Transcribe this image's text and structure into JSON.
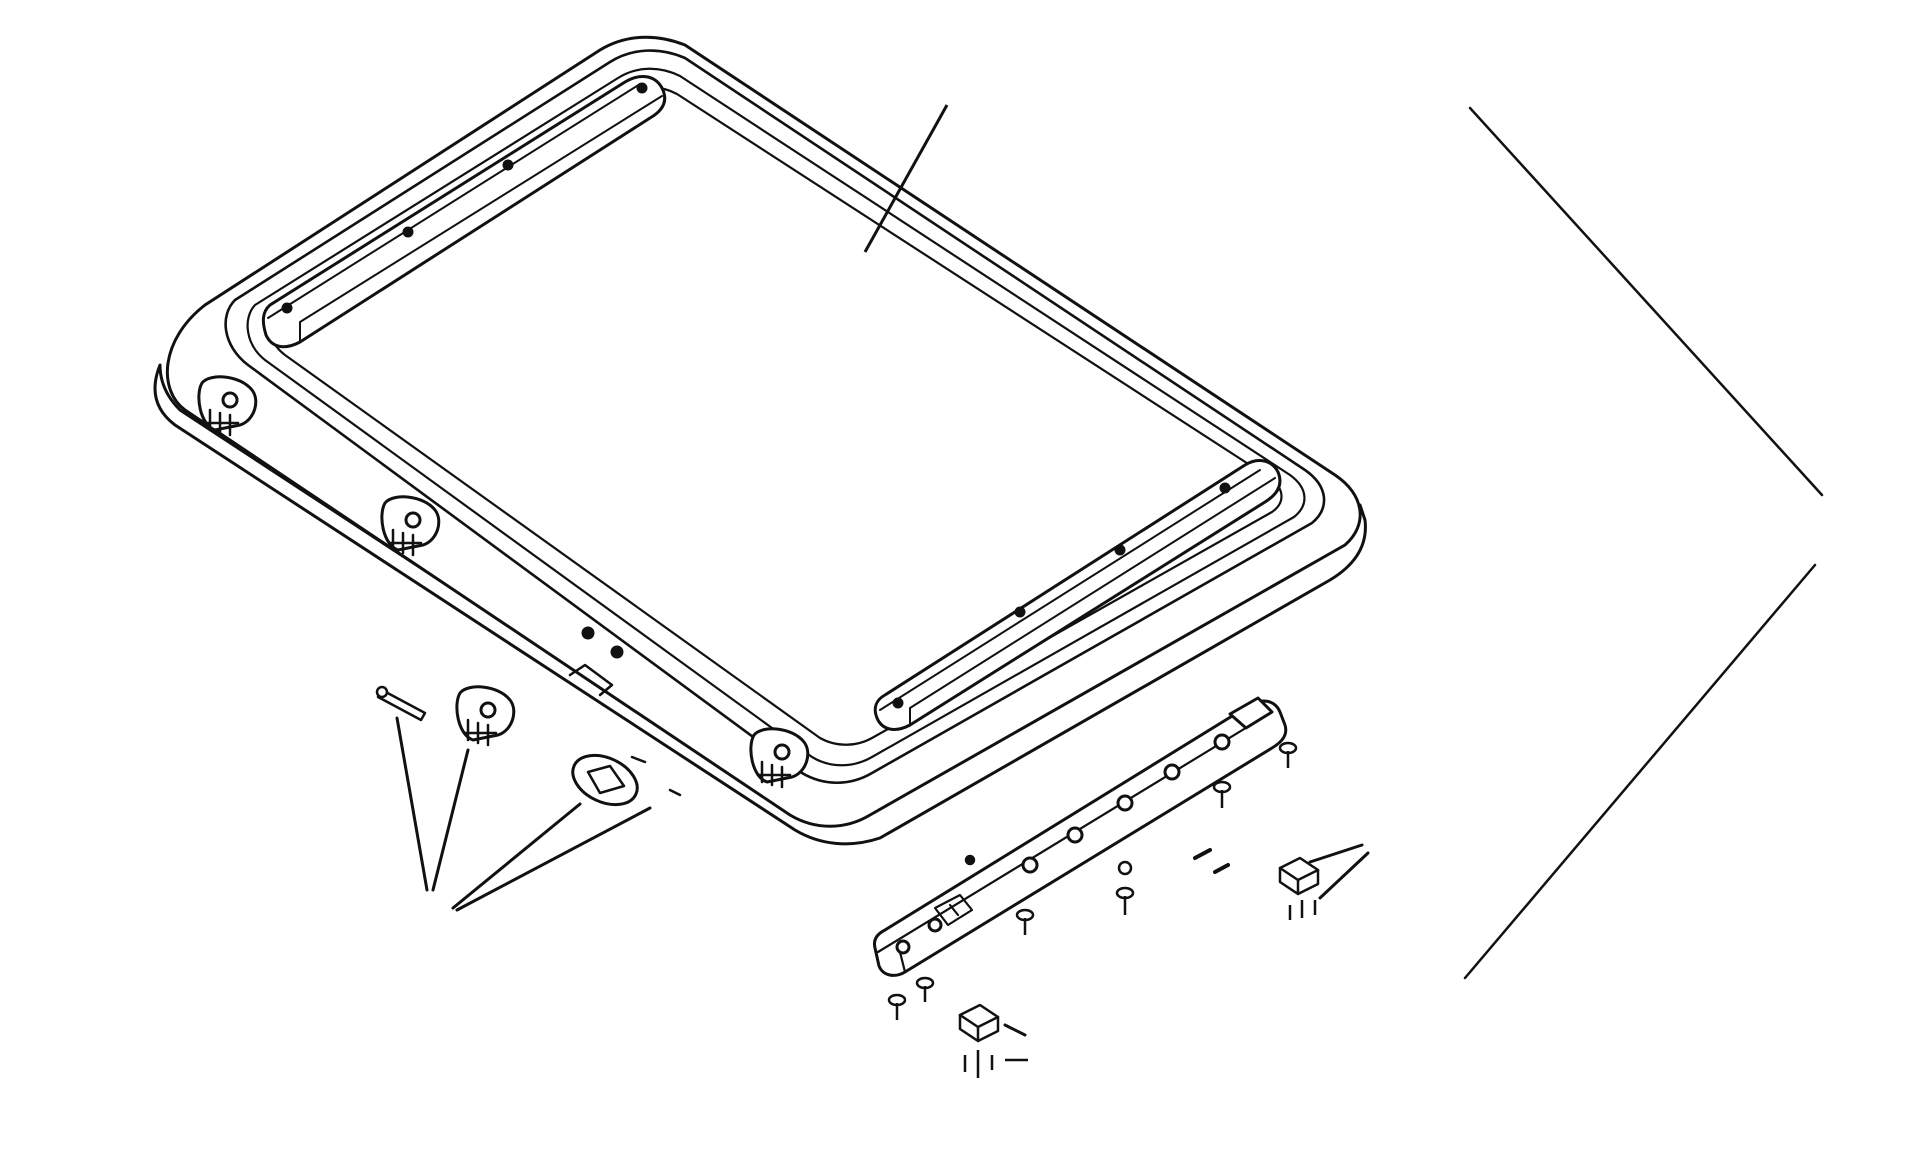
{
  "colors": {
    "ink": "#111111",
    "paper": "#ffffff",
    "shade": "#d8d8d8"
  },
  "icons": {
    "frame": "skylight-frame-outline",
    "rail": "mounting-rail",
    "hinge": "hinge-bracket",
    "latch": "latch-plate",
    "screw": "screw",
    "pin": "hinge-pin",
    "leader": "leader-line"
  },
  "parts": [
    {
      "id": "frame",
      "name": "skylight-frame"
    },
    {
      "id": "rail-top",
      "name": "top-inner-rail"
    },
    {
      "id": "rail-bottom",
      "name": "bottom-inner-rail"
    },
    {
      "id": "hinges",
      "name": "frame-hinge-brackets",
      "count": 3
    },
    {
      "id": "loose-hinge",
      "name": "loose-hinge-bracket"
    },
    {
      "id": "pin",
      "name": "hinge-pin"
    },
    {
      "id": "latch",
      "name": "oval-latch-plate"
    },
    {
      "id": "lower-rail",
      "name": "lower-mounting-rail"
    },
    {
      "id": "brackets",
      "name": "small-clip-brackets",
      "count": 2
    },
    {
      "id": "callout",
      "name": "chevron-callout-lines"
    }
  ]
}
